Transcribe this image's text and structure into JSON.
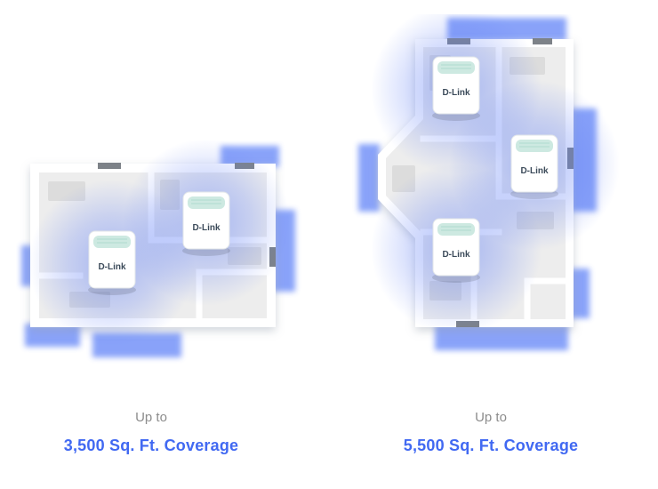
{
  "panels": [
    {
      "name": "two-node-mesh",
      "router_count": 2,
      "router_label": "D-Link",
      "up_to_label": "Up to",
      "coverage_label": "3,500 Sq. Ft. Coverage"
    },
    {
      "name": "three-node-mesh",
      "router_count": 3,
      "router_label": "D-Link",
      "up_to_label": "Up to",
      "coverage_label": "5,500 Sq. Ft. Coverage"
    }
  ],
  "colors": {
    "coverage_text_blue": "#4169f2",
    "glow_blue": "#5f7ef6",
    "spill_blue": "#6c8cf8",
    "text_gray": "#8c8c8c",
    "router_top_mint": "#cde9e1",
    "floor_gray": "#ededed"
  }
}
